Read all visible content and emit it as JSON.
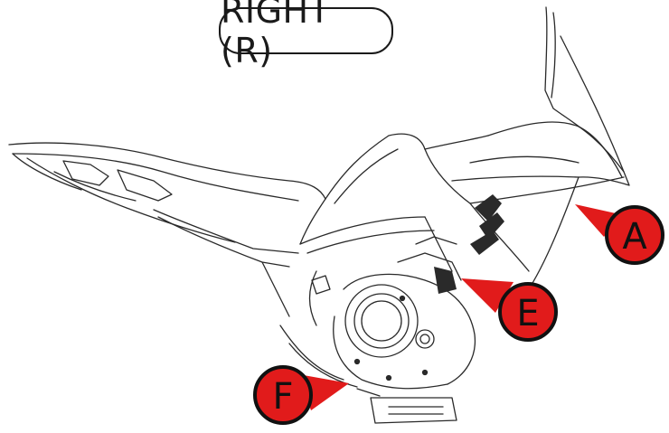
{
  "title": "RIGHT (R)",
  "markers": [
    {
      "label": "A"
    },
    {
      "label": "E"
    },
    {
      "label": "F"
    }
  ],
  "colors": {
    "marker_fill": "#e11b1b",
    "outline": "#1a1a1a"
  }
}
